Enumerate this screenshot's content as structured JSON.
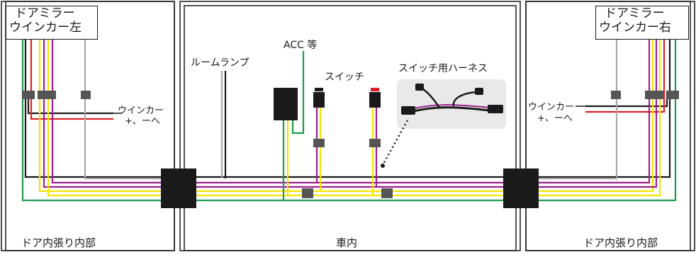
{
  "labels": {
    "mirror_left_line1": "ドアミラー",
    "mirror_left_line2": "ウインカー左",
    "mirror_right_line1": "ドアミラー",
    "mirror_right_line2": "ウインカー右",
    "room_lamp": "ルームランプ",
    "acc": "ACC 等",
    "switch": "スイッチ",
    "switch_harness": "スイッチ用ハーネス",
    "winker_left_line1": "ウインカー",
    "winker_left_line2": "+、ーへ",
    "winker_right_line1": "ウインカー",
    "winker_right_line2": "+、ーへ",
    "door_left": "ドア内張り内部",
    "interior": "車内",
    "door_right": "ドア内張り内部"
  },
  "colors": {
    "black": "#1a1a1a",
    "red": "#e0202a",
    "yellow": "#f4e400",
    "magenta": "#9c1f8e",
    "gray": "#a8a8a8",
    "green": "#1f9a4a",
    "connector": "#555555"
  }
}
